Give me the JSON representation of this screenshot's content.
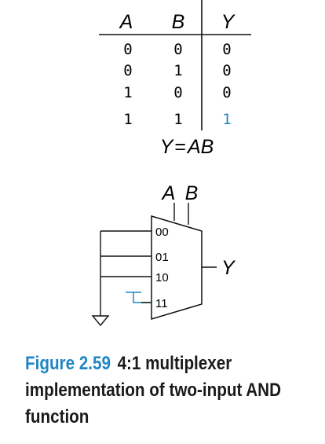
{
  "truth_table": {
    "headers": [
      "A",
      "B",
      "Y"
    ],
    "rows": [
      [
        "0",
        "0",
        "0"
      ],
      [
        "0",
        "1",
        "0"
      ],
      [
        "1",
        "0",
        "0"
      ],
      [
        "1",
        "1",
        "1"
      ]
    ],
    "highlight_color": "#1f86c4"
  },
  "equation": {
    "lhs": "Y",
    "op": "=",
    "rhs": "AB"
  },
  "mux": {
    "select_labels": [
      "A",
      "B"
    ],
    "inputs": [
      "00",
      "01",
      "10",
      "11"
    ],
    "output_label": "Y",
    "tie_high_color": "#1f86c4"
  },
  "caption": {
    "figure_label": "Figure 2.59",
    "text": "4:1 multiplexer implementation of two-input AND function",
    "accent_color": "#1f86c4"
  }
}
